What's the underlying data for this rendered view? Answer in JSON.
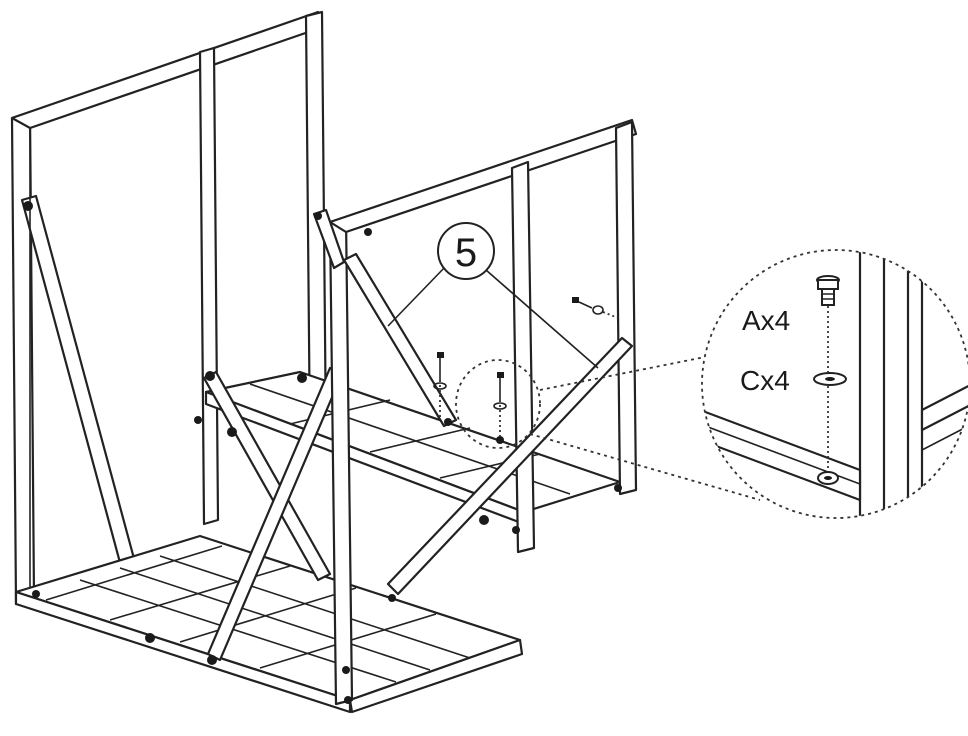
{
  "callout": {
    "step_number": "5"
  },
  "detail": {
    "label_a": "Ax4",
    "label_c": "Cx4"
  },
  "icons": {
    "bolt": "bolt-icon",
    "washer": "washer-icon"
  },
  "colors": {
    "line": "#222222",
    "background": "#ffffff"
  }
}
